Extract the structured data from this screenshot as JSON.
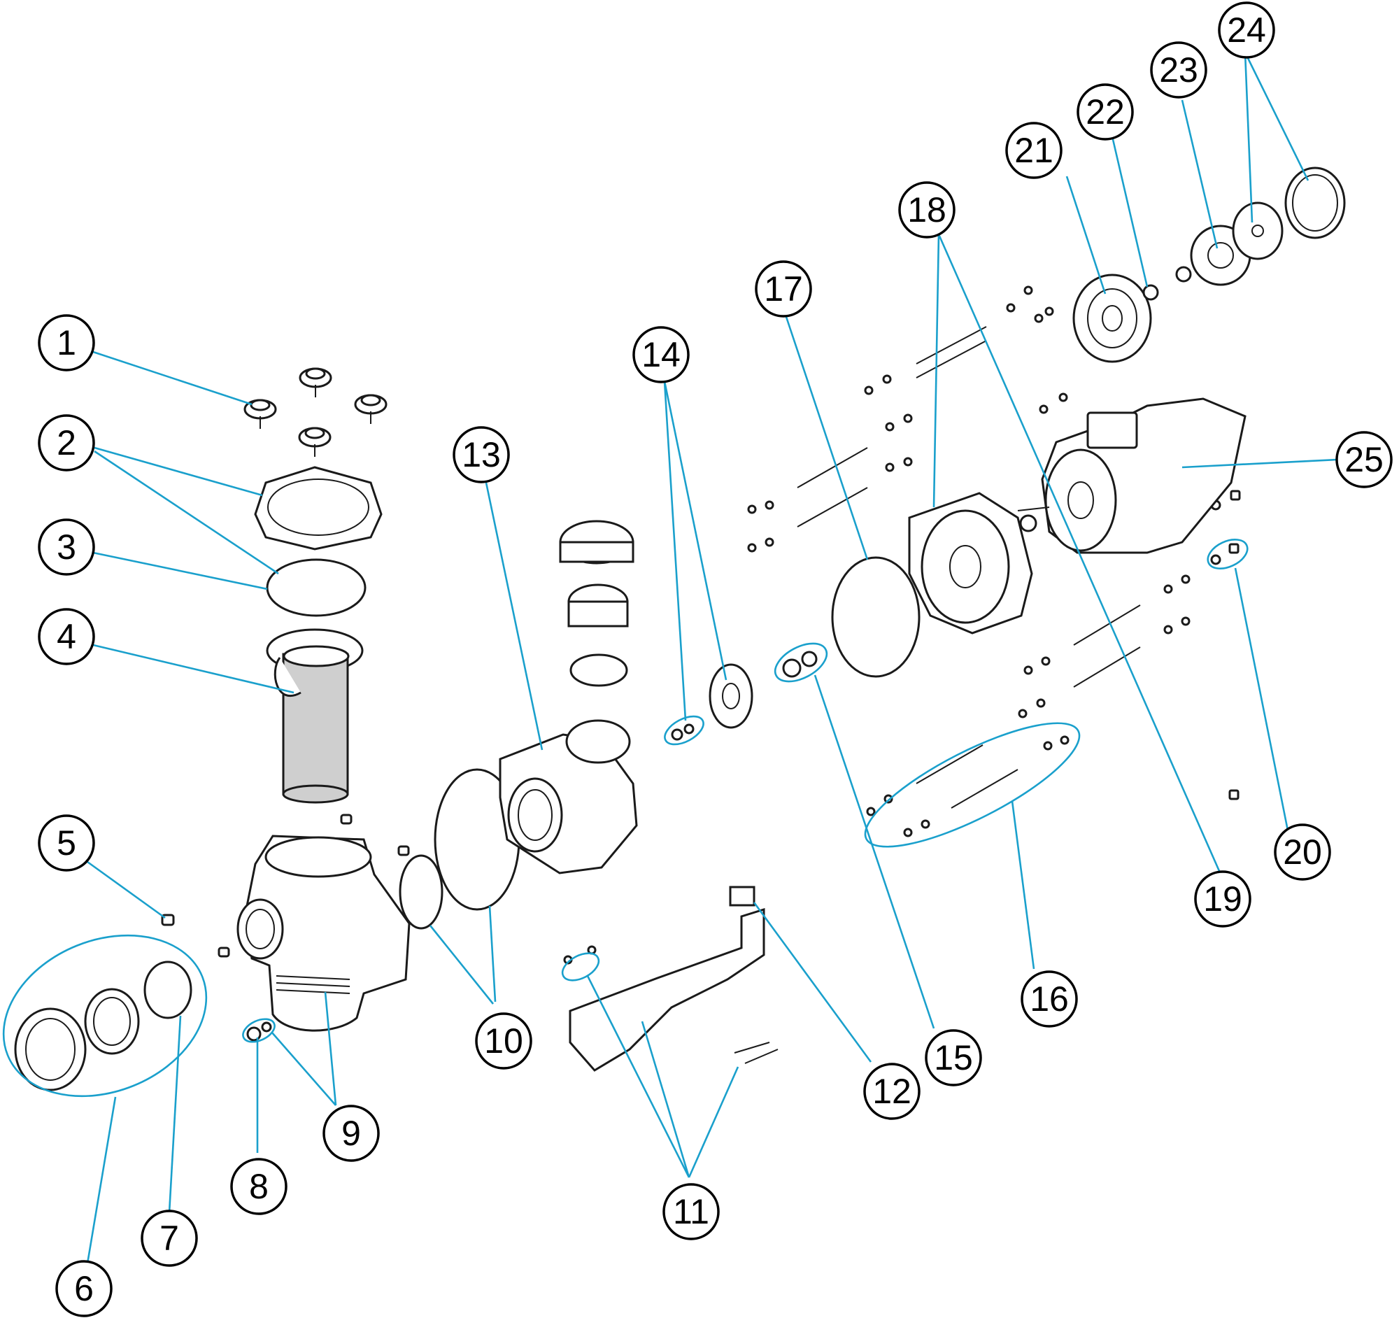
{
  "callouts": [
    {
      "id": "1",
      "label": "1"
    },
    {
      "id": "2",
      "label": "2"
    },
    {
      "id": "3",
      "label": "3"
    },
    {
      "id": "4",
      "label": "4"
    },
    {
      "id": "5",
      "label": "5"
    },
    {
      "id": "6",
      "label": "6"
    },
    {
      "id": "7",
      "label": "7"
    },
    {
      "id": "8",
      "label": "8"
    },
    {
      "id": "9",
      "label": "9"
    },
    {
      "id": "10",
      "label": "10"
    },
    {
      "id": "11",
      "label": "11"
    },
    {
      "id": "12",
      "label": "12"
    },
    {
      "id": "13",
      "label": "13"
    },
    {
      "id": "14",
      "label": "14"
    },
    {
      "id": "15",
      "label": "15"
    },
    {
      "id": "16",
      "label": "16"
    },
    {
      "id": "17",
      "label": "17"
    },
    {
      "id": "18",
      "label": "18"
    },
    {
      "id": "19",
      "label": "19"
    },
    {
      "id": "20",
      "label": "20"
    },
    {
      "id": "21",
      "label": "21"
    },
    {
      "id": "22",
      "label": "22"
    },
    {
      "id": "23",
      "label": "23"
    },
    {
      "id": "24",
      "label": "24"
    },
    {
      "id": "25",
      "label": "25"
    }
  ],
  "colors": {
    "leader_line": "#1aa0cc",
    "part_stroke": "#1a1a1a",
    "callout_stroke": "#000000",
    "background": "#ffffff"
  }
}
